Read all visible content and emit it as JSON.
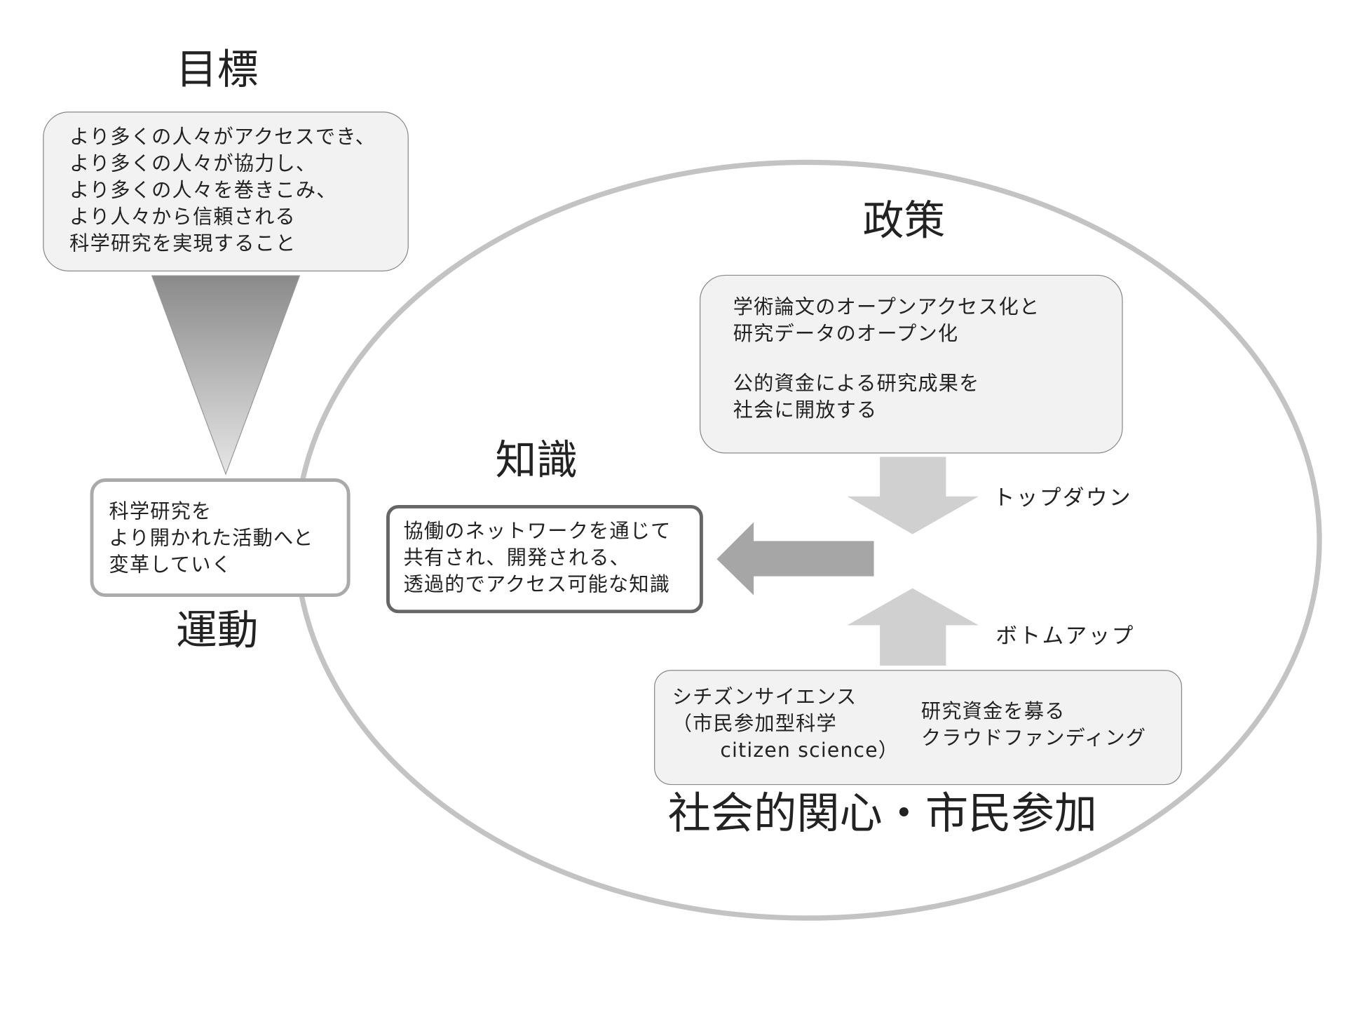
{
  "goal": {
    "title": "目標",
    "lines": [
      "より多くの人々がアクセスでき、",
      "より多くの人々が協力し、",
      "より多くの人々を巻きこみ、",
      "より人々から信頼される",
      "科学研究を実現すること"
    ]
  },
  "movement": {
    "title": "運動",
    "lines": [
      "科学研究を",
      "より開かれた活動へと",
      "変革していく"
    ]
  },
  "knowledge": {
    "title": "知識",
    "lines": [
      "協働のネットワークを通じて",
      "共有され、開発される、",
      "透過的でアクセス可能な知識"
    ]
  },
  "policy": {
    "title": "政策",
    "lines1": [
      "学術論文のオープンアクセス化と",
      "研究データのオープン化"
    ],
    "lines2": [
      "公的資金による研究成果を",
      "社会に開放する"
    ]
  },
  "flows": {
    "top_down": "トップダウン",
    "bottom_up": "ボトムアップ"
  },
  "society": {
    "title": "社会的関心・市民参加",
    "citizen_lines": [
      "シチズンサイエンス",
      "（市民参加型科学",
      "citizen science）"
    ],
    "crowd_lines": [
      "研究資金を募る",
      "クラウドファンディング"
    ]
  },
  "colors": {
    "box_fill": "#f2f2f2",
    "ellipse": "#c3c3c3",
    "arrow_dark": "#a6a6a6",
    "arrow_light": "#d0d0d0"
  }
}
